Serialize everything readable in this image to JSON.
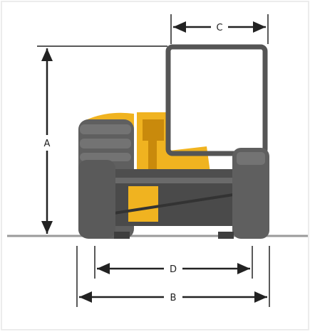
{
  "dimensions": {
    "a": "A",
    "b": "B",
    "c": "C",
    "d": "D"
  },
  "colors": {
    "machine_yellow": "#f0b320",
    "machine_yellow_dark": "#c98a0c",
    "body_gray": "#6e6e6e",
    "tire_gray": "#5a5a5a",
    "dark_gray": "#3e3e3e",
    "frame_gray": "#555555",
    "line": "#222222",
    "ground": "#999999"
  }
}
